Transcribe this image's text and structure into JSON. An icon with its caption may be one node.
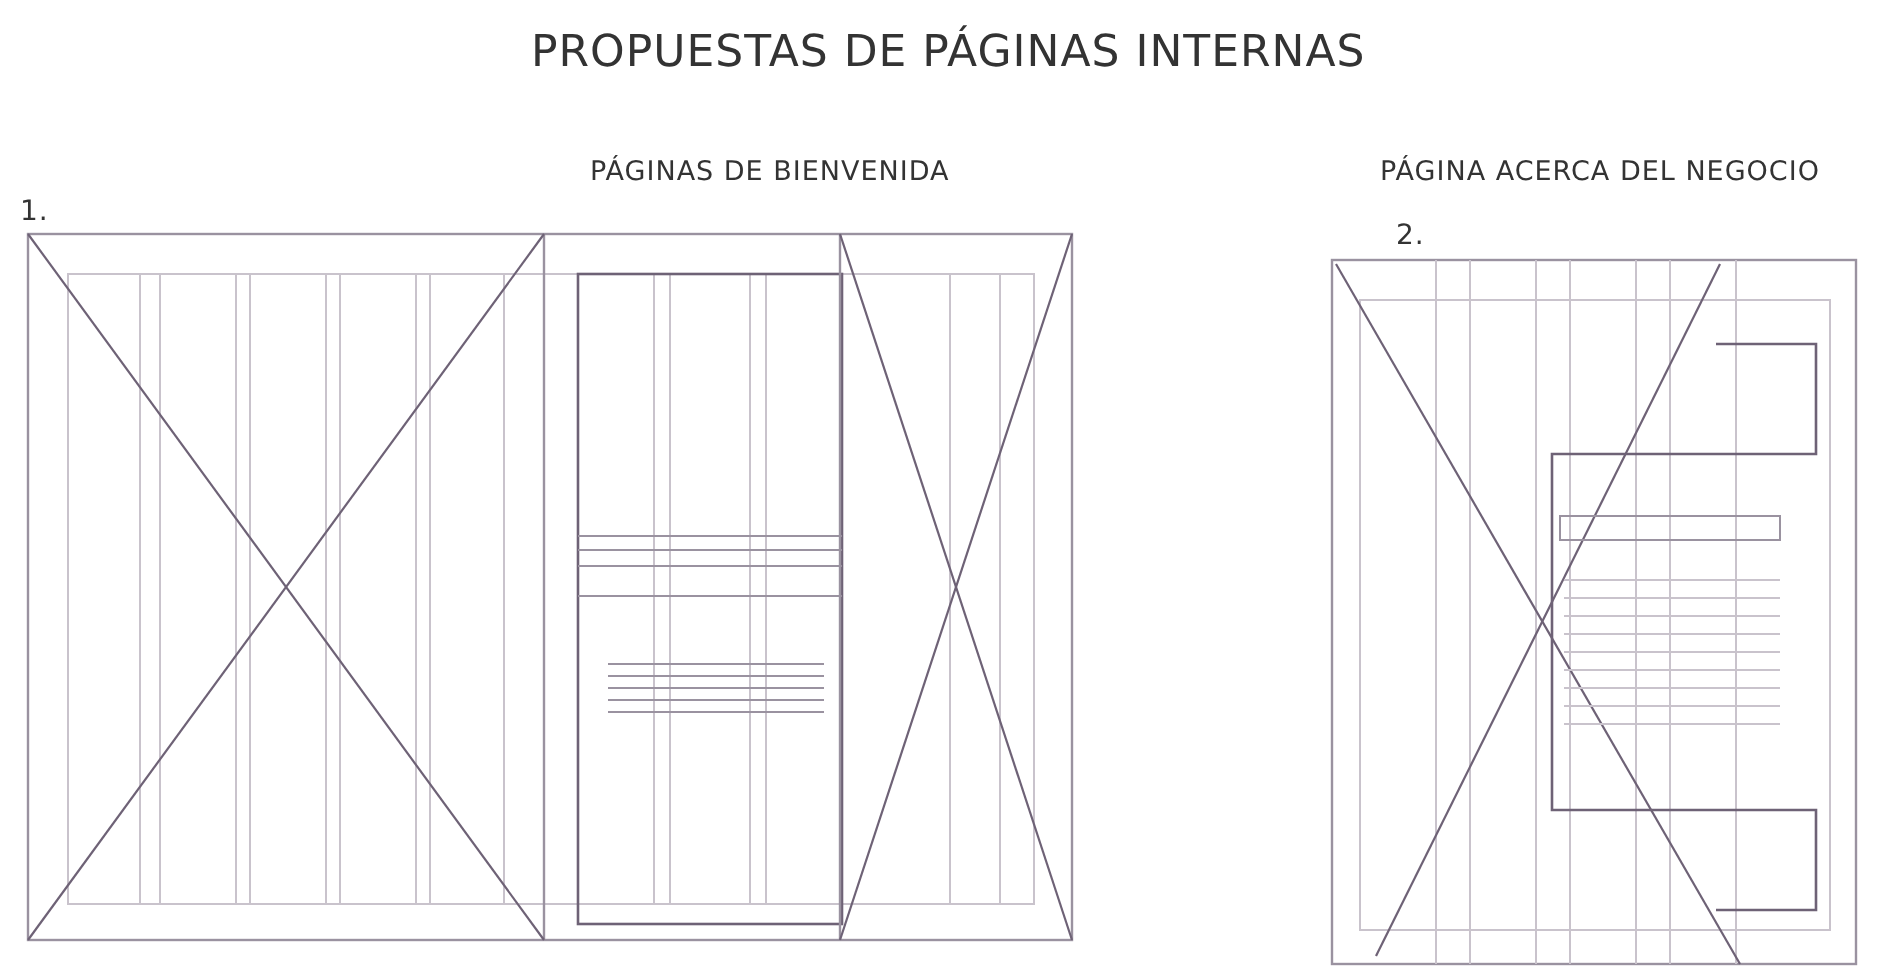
{
  "diagram": {
    "title": "PROPUESTAS DE PÁGINAS INTERNAS",
    "labels": [
      "PÁGINAS DE BIENVENIDA",
      "PÁGINA ACERCA DEL NEGOCIO",
      "1.",
      "2."
    ]
  }
}
